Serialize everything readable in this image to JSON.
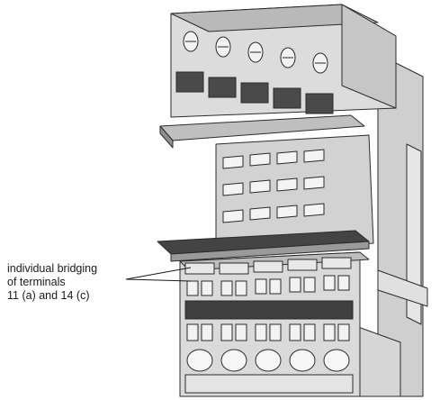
{
  "callout": {
    "lines": [
      "individual bridging",
      "of terminals",
      "11 (a) and 14 (c)"
    ]
  },
  "colors": {
    "body": "#d9d9d9",
    "light": "#ececec",
    "shade": "#bdbdbd",
    "dark": "#4a4a4a",
    "outline": "#2b2b2b"
  }
}
